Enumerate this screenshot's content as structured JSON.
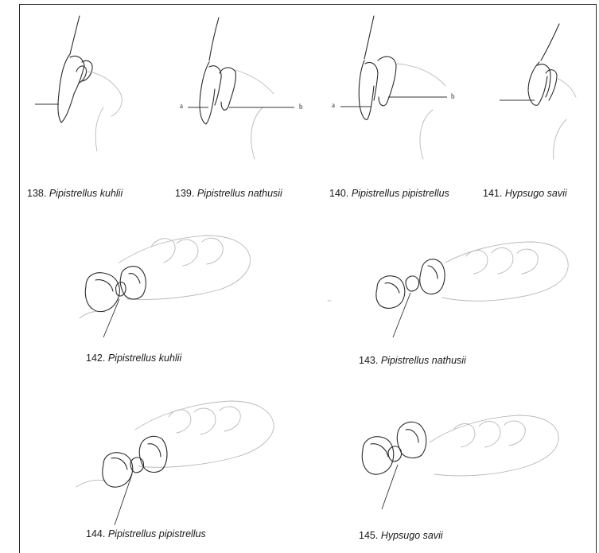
{
  "figures": [
    {
      "number": "138.",
      "species": "Pipistrellus kuhlii"
    },
    {
      "number": "139.",
      "species": "Pipistrellus nathusii"
    },
    {
      "number": "140.",
      "species": "Pipistrellus pipistrellus"
    },
    {
      "number": "141.",
      "species": "Hypsugo savii"
    },
    {
      "number": "142.",
      "species": "Pipistrellus kuhlii"
    },
    {
      "number": "143.",
      "species": "Pipistrellus nathusii"
    },
    {
      "number": "144.",
      "species": "Pipistrellus pipistrellus"
    },
    {
      "number": "145.",
      "species": "Hypsugo savii"
    }
  ],
  "pointer_labels": {
    "a": "a",
    "b": "b"
  }
}
